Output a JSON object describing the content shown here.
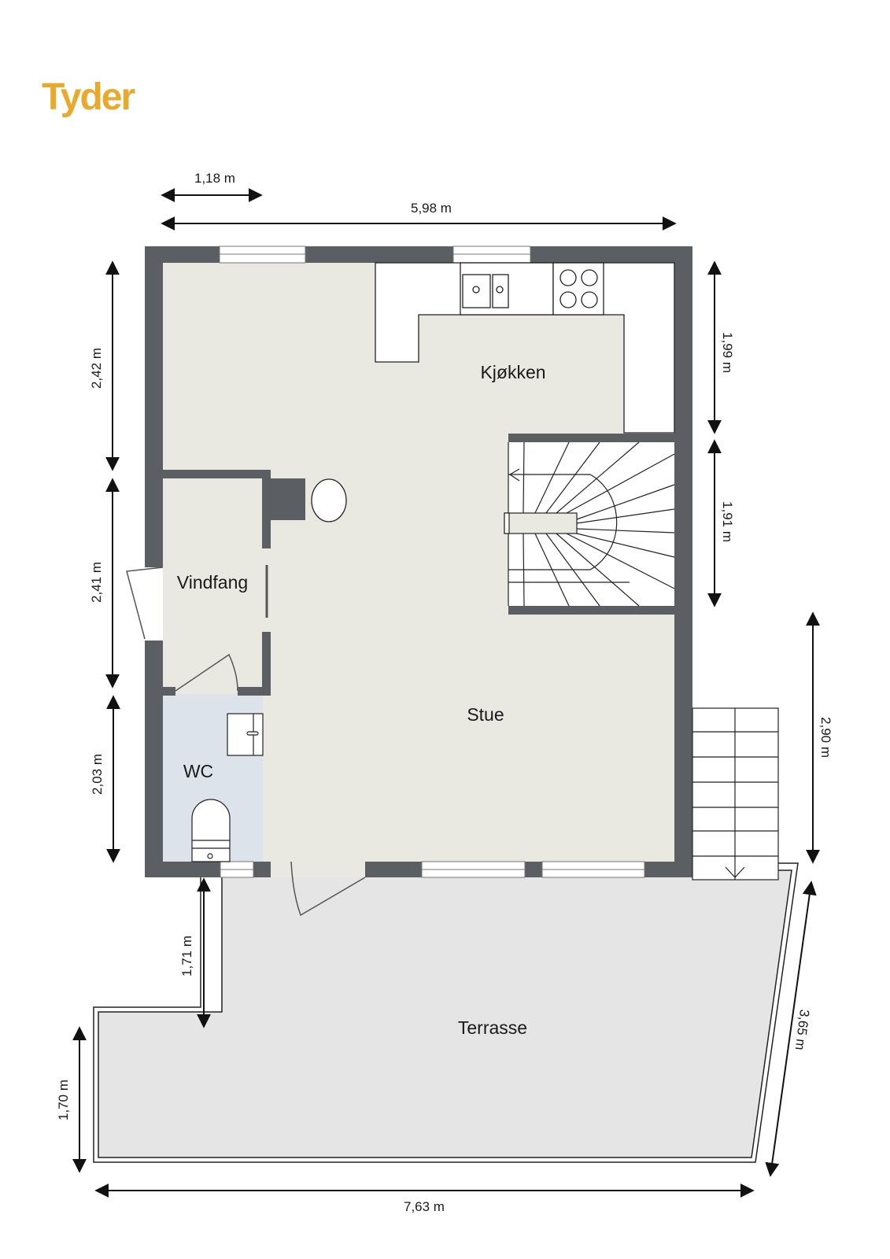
{
  "brand": {
    "logo_text": "Tyder",
    "color": "#e9a92c"
  },
  "floorplan": {
    "rooms": {
      "kitchen": "Kjøkken",
      "entry": "Vindfang",
      "wc": "WC",
      "living": "Stue",
      "terrace": "Terrasse"
    },
    "dimensions": {
      "top_short": "1,18 m",
      "top_width": "5,98 m",
      "left_upper": "2,42 m",
      "left_middle": "2,41 m",
      "left_lower": "2,03 m",
      "right_upper": "1,99 m",
      "right_middle": "1,91 m",
      "right_lower": "2,90 m",
      "terrace_left_upper": "1,71 m",
      "terrace_left_lower": "1,70 m",
      "terrace_right": "3,65 m",
      "terrace_bottom": "7,63 m"
    },
    "colors": {
      "wall": "#5b5e63",
      "floor": "#e9e9e2",
      "wc_floor": "#dde3ea",
      "terrace": "#e5e5e5"
    }
  }
}
